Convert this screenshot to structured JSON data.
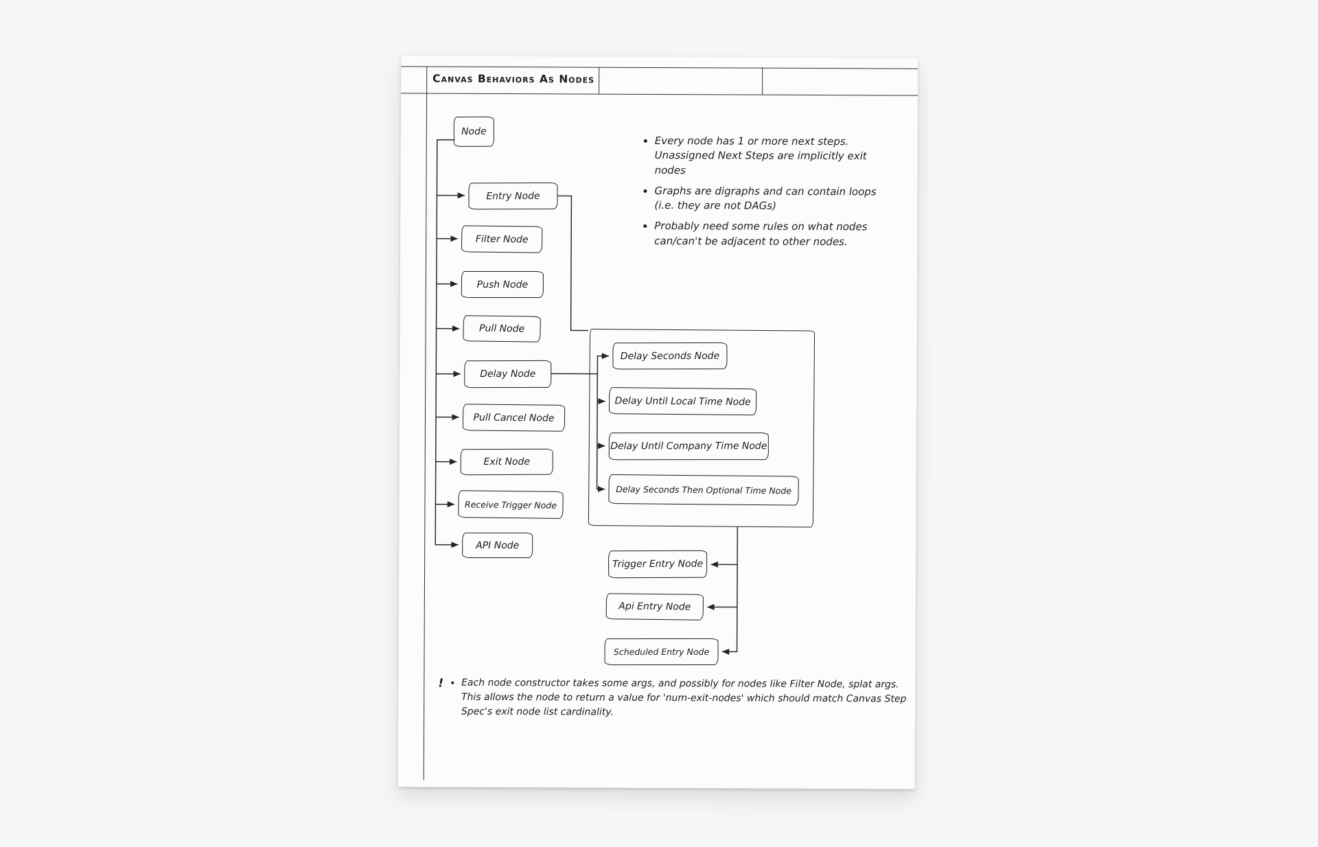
{
  "header": {
    "title": "Canvas Behaviors As Nodes"
  },
  "diagram": {
    "root_label": "Node",
    "main_nodes": [
      "Entry Node",
      "Filter Node",
      "Push Node",
      "Pull Node",
      "Delay Node",
      "Pull Cancel Node",
      "Exit Node",
      "Receive Trigger Node",
      "API Node"
    ],
    "delay_nodes": [
      "Delay Seconds Node",
      "Delay Until Local Time Node",
      "Delay Until Company Time Node",
      "Delay Seconds Then Optional Time Node"
    ],
    "entry_nodes": [
      "Trigger Entry Node",
      "Api Entry Node",
      "Scheduled Entry Node"
    ]
  },
  "notes": {
    "bullets": [
      "Every node has 1 or more next steps. Unassigned Next Steps are implicitly exit nodes",
      "Graphs are digraphs and can contain loops (i.e. they are not DAGs)",
      "Probably need some rules on what nodes can/can't be adjacent to other nodes."
    ],
    "footnote_mark": "!",
    "footnote": "Each node constructor takes some args, and possibly for nodes like Filter Node, splat args. This allows the node to return a value for 'num-exit-nodes' which should match Canvas Step Spec's exit node list cardinality."
  }
}
